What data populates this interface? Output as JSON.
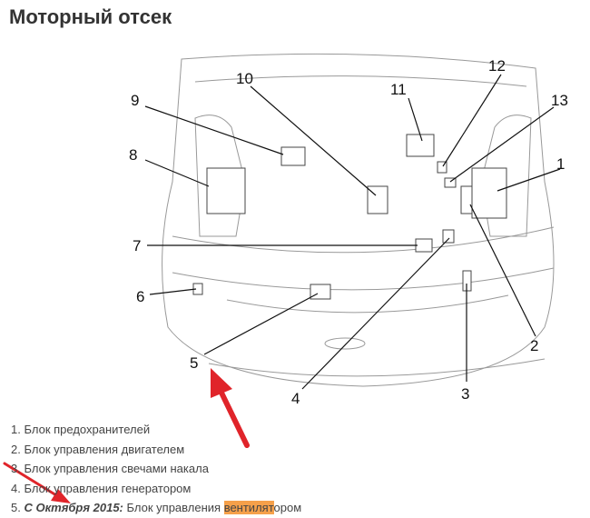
{
  "title": "Моторный отсек",
  "callouts": [
    "1",
    "2",
    "3",
    "4",
    "5",
    "6",
    "7",
    "8",
    "9",
    "10",
    "11",
    "12",
    "13"
  ],
  "legend": [
    {
      "num": "1.",
      "text": "Блок предохранителей"
    },
    {
      "num": "2.",
      "text": "Блок управления двигателем"
    },
    {
      "num": "3.",
      "text": "Блок управления свечами накала"
    },
    {
      "num": "4.",
      "text": "Блок управления генератором"
    },
    {
      "num": "5.",
      "bold": "С Октября 2015:",
      "text_before": "Блок управления ",
      "highlight": "вентилят",
      "text_after": "ором"
    }
  ],
  "colors": {
    "arrow": "#e0242a",
    "highlight": "#f5a04a"
  }
}
